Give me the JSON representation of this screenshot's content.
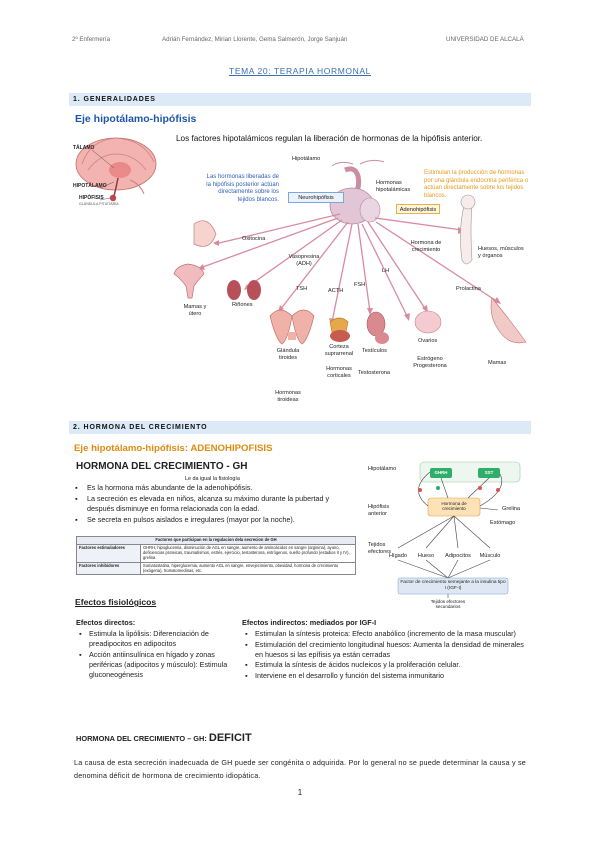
{
  "header": {
    "course": "2º Enfermería",
    "authors": "Adrián Fernández, Mirian Llorente, Gema Salmerón, Jorge Sanjuán",
    "university": "UNIVERSIDAD DE ALCALÁ"
  },
  "title": "TEMA 20: TERAPIA HORMONAL",
  "section1": {
    "heading": "1. GENERALIDADES",
    "figure": {
      "title": "Eje hipotálamo-hipófisis",
      "subtitle": "Los factores hipotalámicos regulan la liberación de hormonas de la hipófisis anterior.",
      "blue_note": "Las hormonas liberadas de la hipófisis posterior actúan directamente sobre los tejidos blancos.",
      "orange_note": "Estimulan la producción de hormonas por una glándula endocrina periférica o actúan directamente sobre los tejidos blancos.",
      "brain_labels": {
        "talamo": "TÁLAMO",
        "hipotalamo": "HIPOTÁLAMO",
        "hipofisis": "HIPÓFISIS",
        "hipofisis_sub": "GLÁNDULA PITUITARIA"
      },
      "labels": {
        "hipotalamo": "Hipotálamo",
        "hormonas_hipotalamicas": "Hormonas hipotalámicas",
        "neurohipofisis": "Neurohipófisis",
        "adenohipofisis": "Adenohipófisis",
        "oxitocina": "Oxitocina",
        "vasopresina": "Vasopresina (ADH)",
        "rinones": "Riñones",
        "mamas_utero": "Mamas y útero",
        "tsh": "TSH",
        "acth": "ACTH",
        "fsh": "FSH",
        "lh": "LH",
        "hormona_crecimiento": "Hormona de crecimiento",
        "huesos": "Huesos, músculos y órganos",
        "prolactina": "Prolactina",
        "mamas": "Mamas",
        "glandula_tiroides": "Glándula tiroides",
        "hormonas_tiroideas": "Hormonas tiroideas",
        "corteza": "Corteza suprarrenal",
        "hormonas_corticales": "Hormonas corticales",
        "testiculos": "Testículos",
        "testosterona": "Testosterona",
        "ovarios": "Ovarios",
        "estrogeno": "Estrógeno Progesterona"
      }
    }
  },
  "section2": {
    "heading": "2. HORMONA DEL CRECIMIENTO",
    "subheading": "Eje hipotálamo-hipófisis: ADENOHIPOFISIS",
    "gh_title": "HORMONA DEL CRECIMIENTO - GH",
    "gh_caption": "Le da igual la fisiología",
    "gh_points": [
      "Es la hormona más abundante de la adenohipófisis.",
      "La secreción es elevada en niños, alcanza su máximo durante la pubertad y después disminuye en forma relacionada con la edad.",
      "Se secreta en pulsos aislados e irregulares (mayor por la noche)."
    ],
    "factors_table": {
      "title": "Factores que participan en la regulacion dela secrecion de GH",
      "rows": [
        {
          "label": "Factores estimuladores",
          "text": "GHRH, hipoglucemia, disminución de AGL en sangre, aumento de aminoácidos en sangre (arginina), ayuno, deficiencias proteicas, traumatismos, estrés, ejercicio, testosterona, estrógenos, sueño profundo (estadios II y IV), grelina"
        },
        {
          "label": "Factores inhibidores",
          "text": "Somatostatina, hiperglucemia, aumento AGL en sangre, envejecimiento, obesidad, hormona de crecimiento (exógena), Somatomedinas, etc."
        }
      ]
    },
    "diagram": {
      "hipotalamo": "Hipotálamo",
      "ghrh": "GHRH",
      "sst": "SST",
      "hipofisis_anterior": "Hipófisis anterior",
      "hormona_crecimiento": "Hormona de crecimiento",
      "grelina": "Grelina",
      "estomago": "Estómago",
      "tejidos_efectores": "Tejidos efectores",
      "targets": [
        "Hígado",
        "Hueso",
        "Adipocitos",
        "Músculo"
      ],
      "igf": "Factor de crecimiento semejante a la insulina tipo I (IGF-I)",
      "secundarios": "Tejidos efectores secundarios"
    },
    "efectos_title": "Efectos fisiológicos",
    "directos_title": "Efectos directos:",
    "directos": [
      "Estimula la lipólisis: Diferenciación de preadipocitos en adipocitos",
      "Acción antiinsulínica en hígado y zonas periféricas (adipocitos y músculo): Estimula gluconeogénesis"
    ],
    "indirectos_title": "Efectos indirectos: mediados por IGF-I",
    "indirectos": [
      "Estimulan la síntesis proteica: Efecto anabólico (incremento de la masa muscular)",
      "Estimulación del crecimiento longitudinal huesos: Aumenta la densidad de minerales en huesos si las epífisis ya están cerradas",
      "Estimula la síntesis de ácidos nucleicos y la proliferación celular.",
      "Interviene en el desarrollo y función del sistema inmunitario"
    ],
    "deficit_prefix": "HORMONA DEL CRECIMIENTO – GH: ",
    "deficit_word": "DEFICIT",
    "paragraph": "La causa de esta secreción inadecuada de GH puede ser congénita o adquirida. Por lo general no se puede determinar la causa y se denomina déficit de hormona de crecimiento idiopática."
  },
  "page_number": "1",
  "colors": {
    "accent_blue": "#1f57a8",
    "accent_orange": "#e08a10",
    "section_bg": "#dce9f6",
    "arrow_pink": "#d98aa0"
  }
}
